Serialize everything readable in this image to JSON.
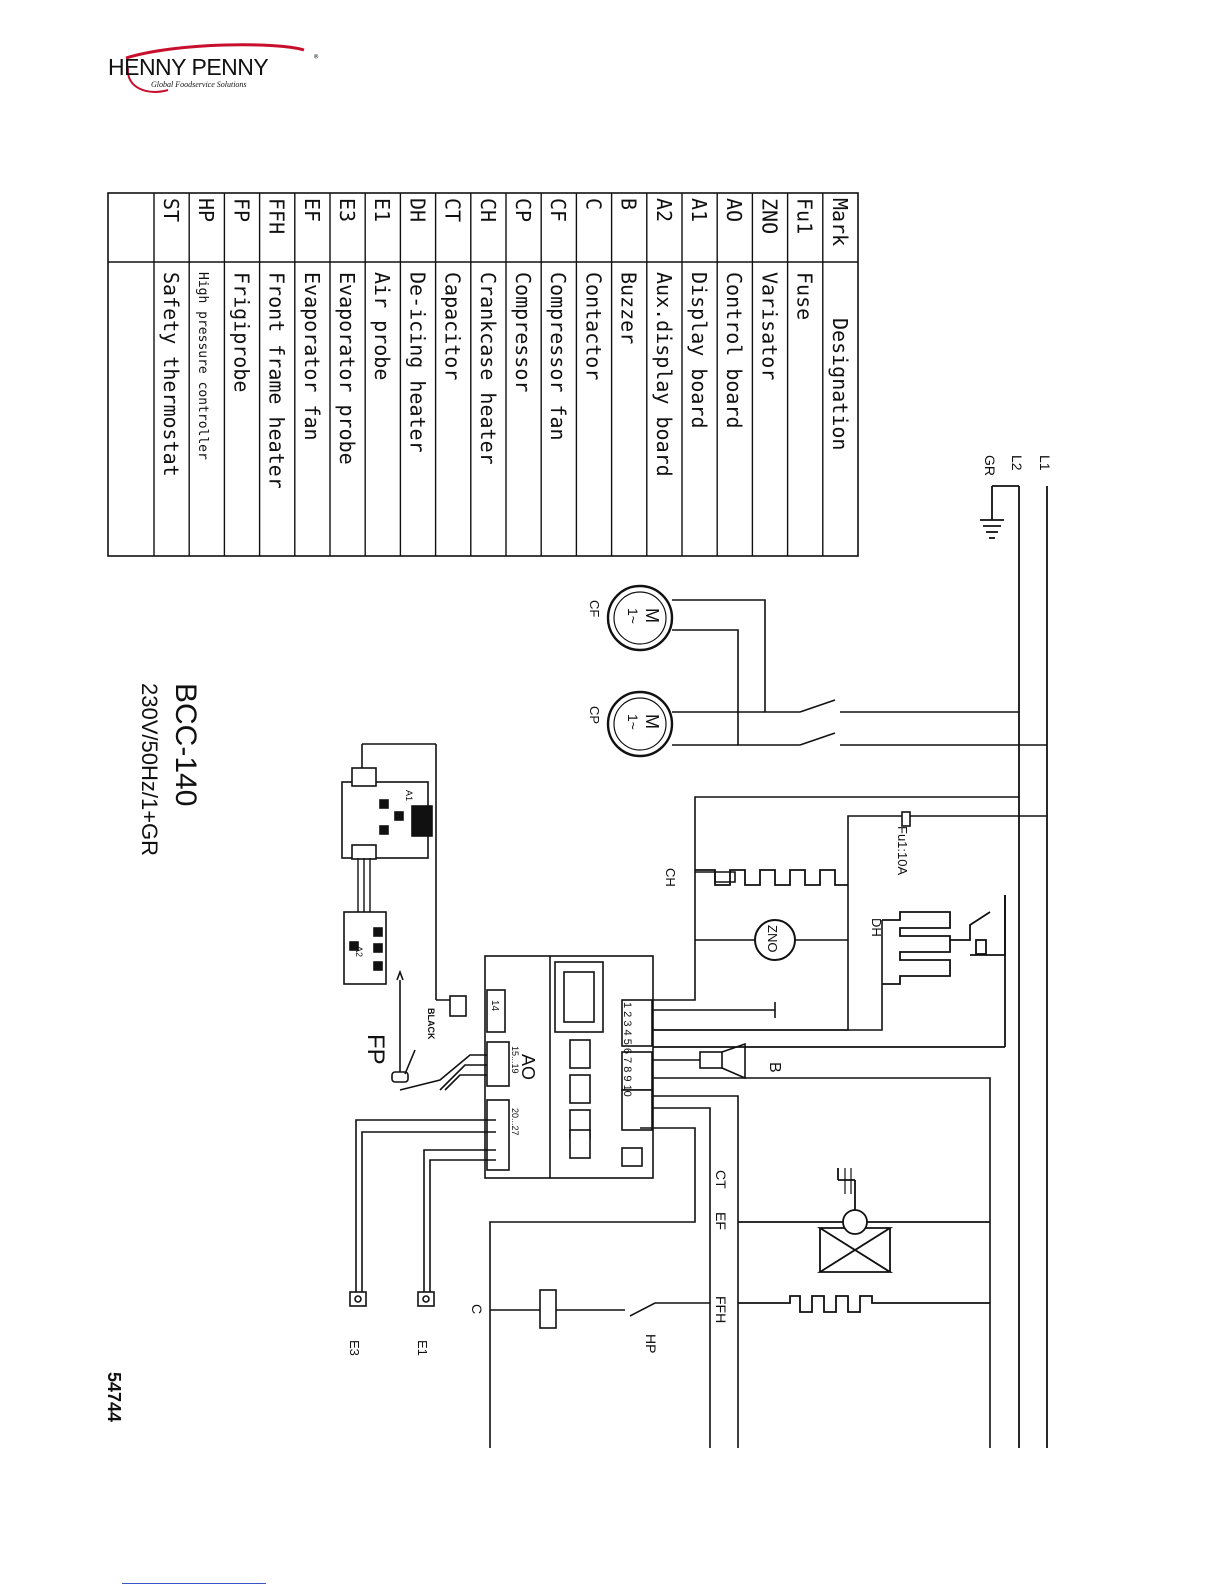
{
  "brand": {
    "name": "HENNY PENNY",
    "tagline": "Global Foodservice Solutions",
    "reg": "®"
  },
  "legend": {
    "header_mark": "Mark",
    "header_designation": "Designation",
    "rows": [
      {
        "mark": "Fu1",
        "designation": "Fuse"
      },
      {
        "mark": "ZNO",
        "designation": "Varisator"
      },
      {
        "mark": "AO",
        "designation": "Control board"
      },
      {
        "mark": "A1",
        "designation": "Display board"
      },
      {
        "mark": "A2",
        "designation": "Aux.display board"
      },
      {
        "mark": "B",
        "designation": "Buzzer"
      },
      {
        "mark": "C",
        "designation": "Contactor"
      },
      {
        "mark": "CF",
        "designation": "Compressor fan"
      },
      {
        "mark": "CP",
        "designation": "Compressor"
      },
      {
        "mark": "CH",
        "designation": "Crankcase heater"
      },
      {
        "mark": "CT",
        "designation": "Capacitor"
      },
      {
        "mark": "DH",
        "designation": "De-icing heater"
      },
      {
        "mark": "E1",
        "designation": "Air probe"
      },
      {
        "mark": "E3",
        "designation": "Evaporator probe"
      },
      {
        "mark": "EF",
        "designation": "Evaporator fan"
      },
      {
        "mark": "FFH",
        "designation": "Front frame heater"
      },
      {
        "mark": "FP",
        "designation": "Frigiprobe"
      },
      {
        "mark": "HP",
        "designation": "High pressure controller"
      },
      {
        "mark": "ST",
        "designation": "Safety thermostat"
      }
    ]
  },
  "model": {
    "name": "BCC-140",
    "supply": "230V/50Hz/1+GR"
  },
  "drawing_number": "54744",
  "diagram_labels": {
    "L1": "L1",
    "L2": "L2",
    "GR": "GR",
    "motor": "M",
    "motor_phase": "1~",
    "CF": "CF",
    "CP": "CP",
    "fuse": "Fu1:10A",
    "CH": "CH",
    "ZNO": "ZNO",
    "DH": "DH",
    "AO": "AO",
    "terminals_a": "1 2 3 4 5 6 7 8 9 10",
    "conn14": "14",
    "conn15": "15...19",
    "conn20": "20...27",
    "black": "BLACK",
    "A1": "A1",
    "A2": "A2",
    "FP": "FP",
    "B": "B",
    "CT": "CT",
    "EF": "EF",
    "FFH": "FFH",
    "HP": "HP",
    "C": "C",
    "E1": "E1",
    "E3": "E3"
  }
}
